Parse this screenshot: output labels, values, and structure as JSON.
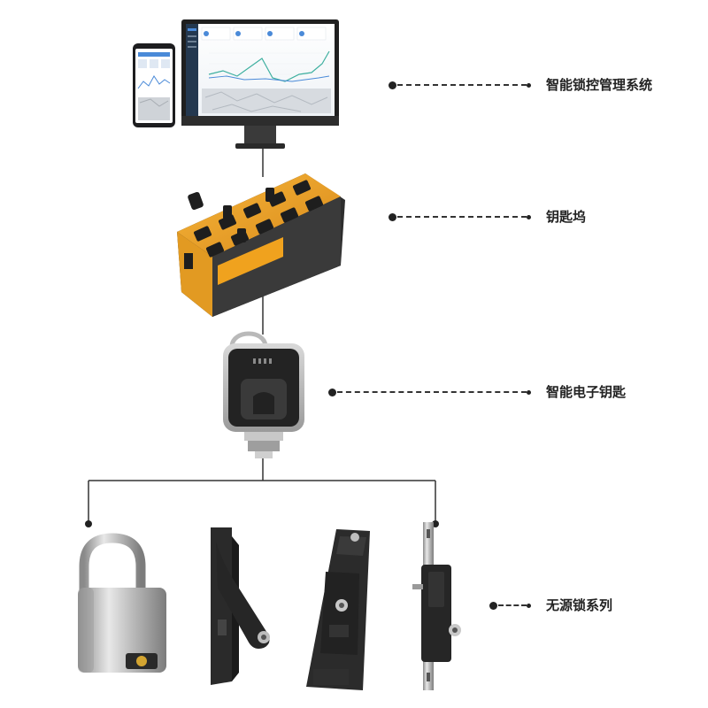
{
  "labels": {
    "system": "智能锁控管理系统",
    "dock": "钥匙坞",
    "key": "智能电子钥匙",
    "locks": "无源锁系列"
  },
  "colors": {
    "line": "#333333",
    "device_orange": "#f0a21e",
    "device_dark": "#2b2b2b",
    "text": "#222222"
  },
  "icons": [
    "monitor-icon",
    "phone-icon",
    "key-dock-icon",
    "electronic-key-icon",
    "padlock-icon",
    "cabinet-lock-icon",
    "panel-lock-icon",
    "rod-lock-icon"
  ]
}
